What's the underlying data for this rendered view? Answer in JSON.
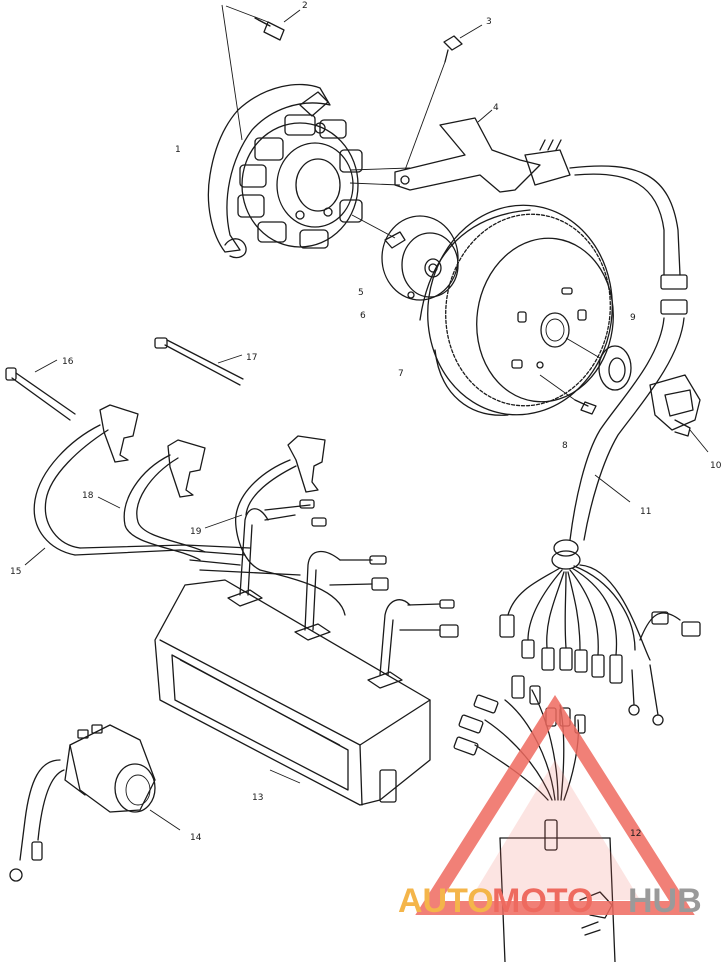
{
  "callouts": [
    "1",
    "2",
    "3",
    "4",
    "5",
    "6",
    "7",
    "8",
    "9",
    "10",
    "11",
    "12",
    "13",
    "14",
    "15",
    "16",
    "17",
    "18",
    "19"
  ],
  "watermark": {
    "part1": "AUTO",
    "part2": "MOTO",
    "part3": "HUB",
    "color1": "#f4b54a",
    "color2": "#ee6a5f",
    "color3": "#9a9a9a"
  }
}
